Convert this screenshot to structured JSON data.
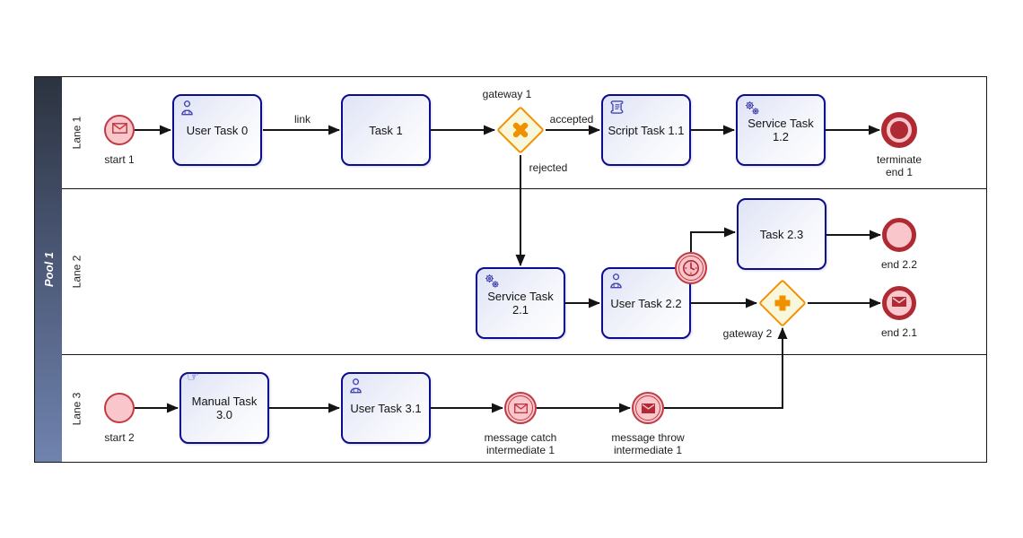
{
  "pool": {
    "label": "Pool 1"
  },
  "lanes": [
    {
      "label": "Lane 1"
    },
    {
      "label": "Lane 2"
    },
    {
      "label": "Lane 3"
    }
  ],
  "nodes": {
    "start_1": {
      "label": "start 1",
      "type": "message-start-event"
    },
    "user_task_0": {
      "label": "User Task 0",
      "type": "user-task"
    },
    "task_1": {
      "label": "Task 1",
      "type": "task"
    },
    "gateway_1": {
      "label": "gateway 1",
      "type": "exclusive-gateway"
    },
    "script_task_1_1": {
      "label": "Script Task 1.1",
      "type": "script-task"
    },
    "service_task_1_2": {
      "label": "Service Task 1.2",
      "type": "service-task"
    },
    "terminate_end_1": {
      "label": "terminate\nend 1",
      "type": "terminate-end-event"
    },
    "service_task_2_1": {
      "label": "Service Task 2.1",
      "type": "service-task"
    },
    "user_task_2_2": {
      "label": "User Task 2.2",
      "type": "user-task"
    },
    "timer_boundary_1": {
      "type": "timer-boundary-event"
    },
    "task_2_3": {
      "label": "Task 2.3",
      "type": "task"
    },
    "end_2_2": {
      "label": "end 2.2",
      "type": "end-event"
    },
    "gateway_2": {
      "label": "gateway 2",
      "type": "parallel-gateway"
    },
    "end_2_1": {
      "label": "end 2.1",
      "type": "message-end-event"
    },
    "start_2": {
      "label": "start 2",
      "type": "start-event"
    },
    "manual_task_3_0": {
      "label": "Manual Task 3.0",
      "type": "manual-task"
    },
    "user_task_3_1": {
      "label": "User Task 3.1",
      "type": "user-task"
    },
    "message_catch_1": {
      "label": "message catch\nintermediate 1",
      "type": "message-catch-intermediate-event"
    },
    "message_throw_1": {
      "label": "message throw\nintermediate 1",
      "type": "message-throw-intermediate-event"
    }
  },
  "edge_labels": {
    "link": "link",
    "accepted": "accepted",
    "rejected": "rejected"
  },
  "icons": {
    "manual_hand": "☞"
  },
  "colors": {
    "task_border": "#0c0c8e",
    "task_icon": "#4343b2",
    "event_red": "#c03a44",
    "event_dark_red": "#b02a33",
    "event_fill": "#f9c6cc",
    "gateway_orange": "#f29100",
    "gateway_fill": "#f8f7dc",
    "pool_header_top": "#2c333f",
    "pool_header_bottom": "#7083af",
    "flow_line": "#161616"
  }
}
